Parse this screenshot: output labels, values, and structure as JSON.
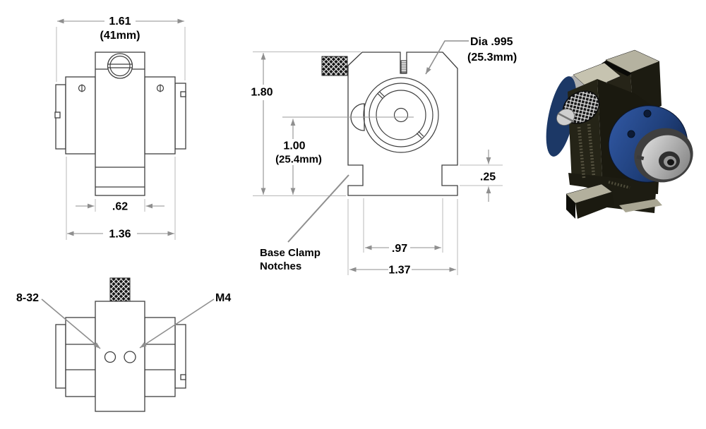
{
  "top_view": {
    "dim_total_width": "1.61",
    "dim_total_width_metric": "(41mm)",
    "dim_center_width": ".62",
    "dim_body_width": "1.36"
  },
  "front_view": {
    "dim_height": "1.80",
    "dim_optical_axis": "1.00",
    "dim_optical_axis_metric": "(25.4mm)",
    "dim_aperture": "Dia .995",
    "dim_aperture_metric": "(25.3mm)",
    "dim_notch_height": ".25",
    "dim_notch_spacing": ".97",
    "dim_base_width": "1.37",
    "callout_base_clamp_line1": "Base Clamp",
    "callout_base_clamp_line2": "Notches"
  },
  "bottom_view": {
    "callout_thread_imperial": "8-32",
    "callout_thread_metric": "M4"
  },
  "colors": {
    "part_line": "#3f3f3f",
    "dimension_line": "#8f8f8f",
    "extension_line": "#b8b8b8",
    "label_text": "#000000",
    "render_body_dark": "#24231a",
    "render_top_face_tan": "#b8b5a2",
    "render_ring_navy": "#24457c",
    "render_ring_silver": "#c0c0c0"
  }
}
